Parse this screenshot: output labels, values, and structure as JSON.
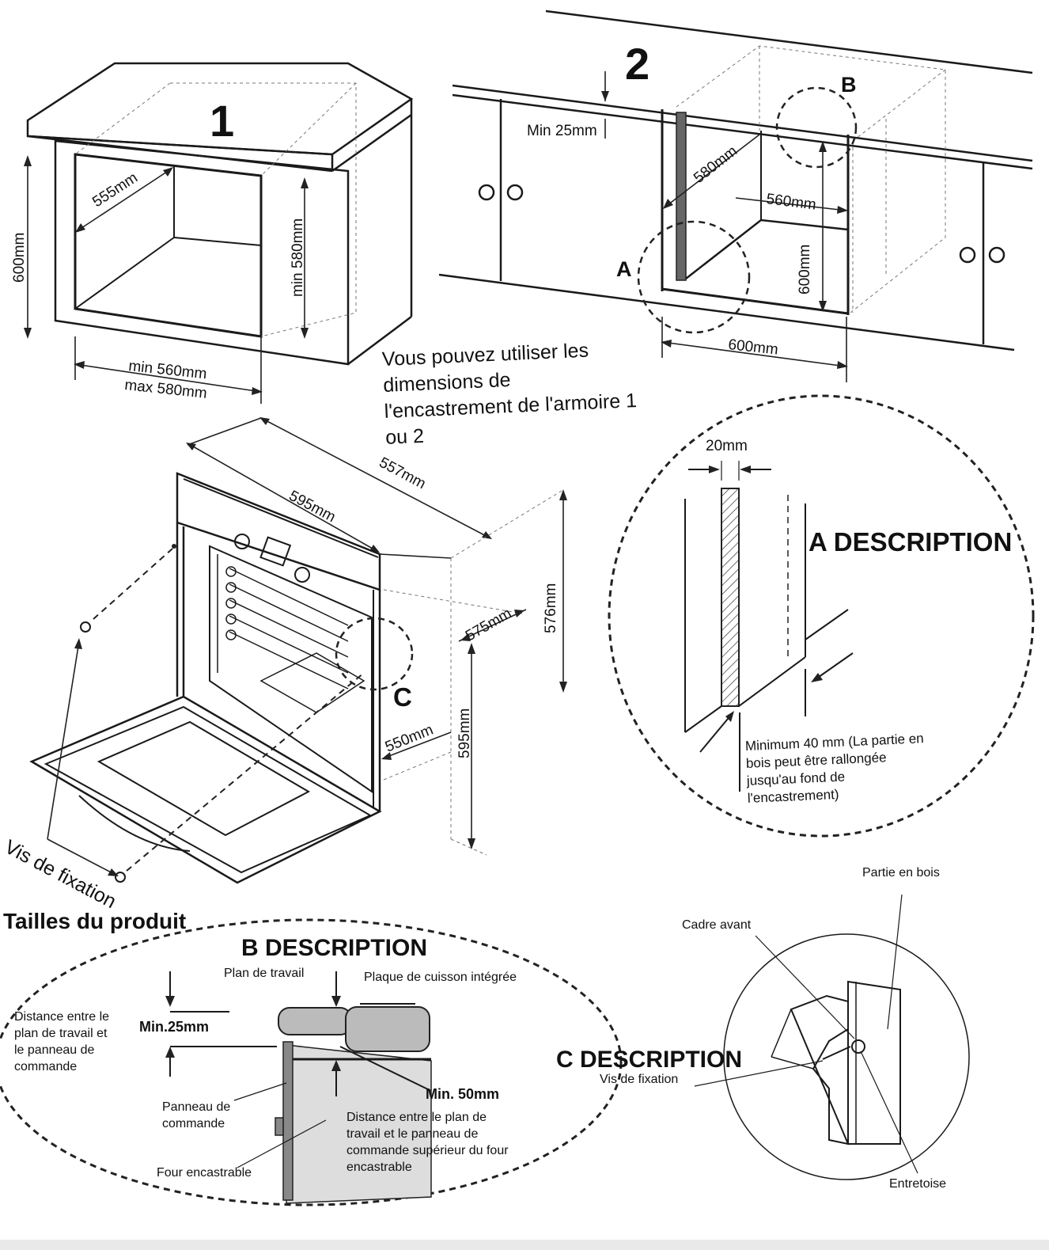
{
  "panel1": {
    "number": "1",
    "dim_width": "555mm",
    "dim_height": "600mm",
    "dim_inner_height": "min 580mm",
    "dim_min_width": "min 560mm",
    "dim_max_width": "max 580mm"
  },
  "panel2": {
    "number": "2",
    "gap": "Min 25mm",
    "depth": "580mm",
    "inner_width": "560mm",
    "height": "600mm",
    "width": "600mm",
    "mark_a": "A",
    "mark_b": "B"
  },
  "note_lines": [
    "Vous pouvez utiliser les",
    "dimensions de",
    "l'encastrement de l'armoire 1",
    "ou 2"
  ],
  "oven": {
    "depth_total": "557mm",
    "width": "595mm",
    "height_body": "576mm",
    "depth_body": "575mm",
    "height_total": "595mm",
    "depth_inner": "550mm",
    "mark_c": "C",
    "screws": "Vis de fixation",
    "title": "Tailles du produit"
  },
  "a_desc": {
    "title": "A DESCRIPTION",
    "thickness": "20mm",
    "note_lines": [
      "Minimum 40 mm (La partie en",
      "bois peut être rallongée",
      "jusqu'au fond de",
      "l'encastrement)"
    ]
  },
  "b_desc": {
    "title": "B DESCRIPTION",
    "worktop": "Plan de travail",
    "hob": "Plaque de cuisson intégrée",
    "distance_lines": [
      "Distance entre le",
      "plan de travail et",
      "le panneau de",
      "commande"
    ],
    "min25": "Min.25mm",
    "min50": "Min. 50mm",
    "panel_lines": [
      "Panneau de",
      "commande"
    ],
    "oven": "Four encastrable",
    "distance2_lines": [
      "Distance entre le plan de",
      "travail et le panneau de",
      "commande supérieur du four",
      "encastrable"
    ]
  },
  "c_desc": {
    "title": "C DESCRIPTION",
    "wood": "Partie en bois",
    "frame": "Cadre avant",
    "screw": "Vis de fixation",
    "spacer": "Entretoise"
  }
}
